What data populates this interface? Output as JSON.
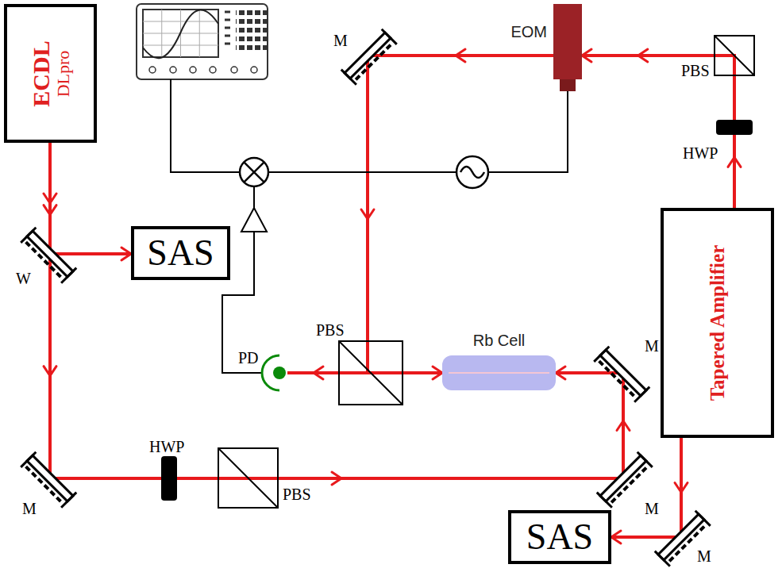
{
  "diagram": {
    "nodes": [
      {
        "text": [
          "ECDL",
          "DLpro"
        ]
      },
      {
        "text": [
          "EOM"
        ]
      },
      {
        "text": [
          "SAS"
        ]
      },
      {
        "text": [
          "Tapered Amplifier"
        ]
      },
      {
        "text": [
          "Rb Cell"
        ]
      },
      {
        "text": [
          "SAS"
        ]
      }
    ],
    "edges": [
      {
        "from": 0,
        "to": 2,
        "arrow": "to"
      },
      {
        "from": 0,
        "to": 4,
        "arrow": "to"
      },
      {
        "from": 3,
        "to": 1,
        "arrow": "to"
      },
      {
        "from": 1,
        "to": 4,
        "arrow": "to"
      },
      {
        "from": 3,
        "to": 5,
        "arrow": "to"
      }
    ],
    "labels": [
      "M",
      "PBS",
      "HWP",
      "W",
      "PD",
      "PBS",
      "M",
      "M",
      "HWP",
      "PBS",
      "M",
      "M"
    ]
  }
}
